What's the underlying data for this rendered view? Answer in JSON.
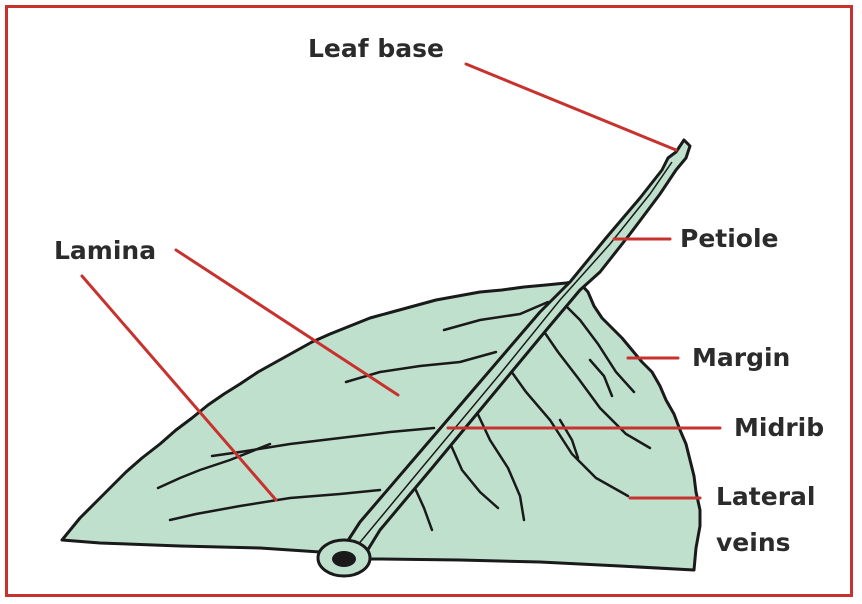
{
  "labels": {
    "leaf_base": "Leaf base",
    "petiole": "Petiole",
    "lamina": "Lamina",
    "margin": "Margin",
    "midrib": "Midrib",
    "lateral_veins_line1": "Lateral",
    "lateral_veins_line2": "veins"
  },
  "colors": {
    "frame": "#c8322e",
    "leader": "#c8322e",
    "leaf_fill": "#bfe0cd",
    "leaf_outline": "#1a1a1a",
    "text": "#2b2b2b"
  }
}
